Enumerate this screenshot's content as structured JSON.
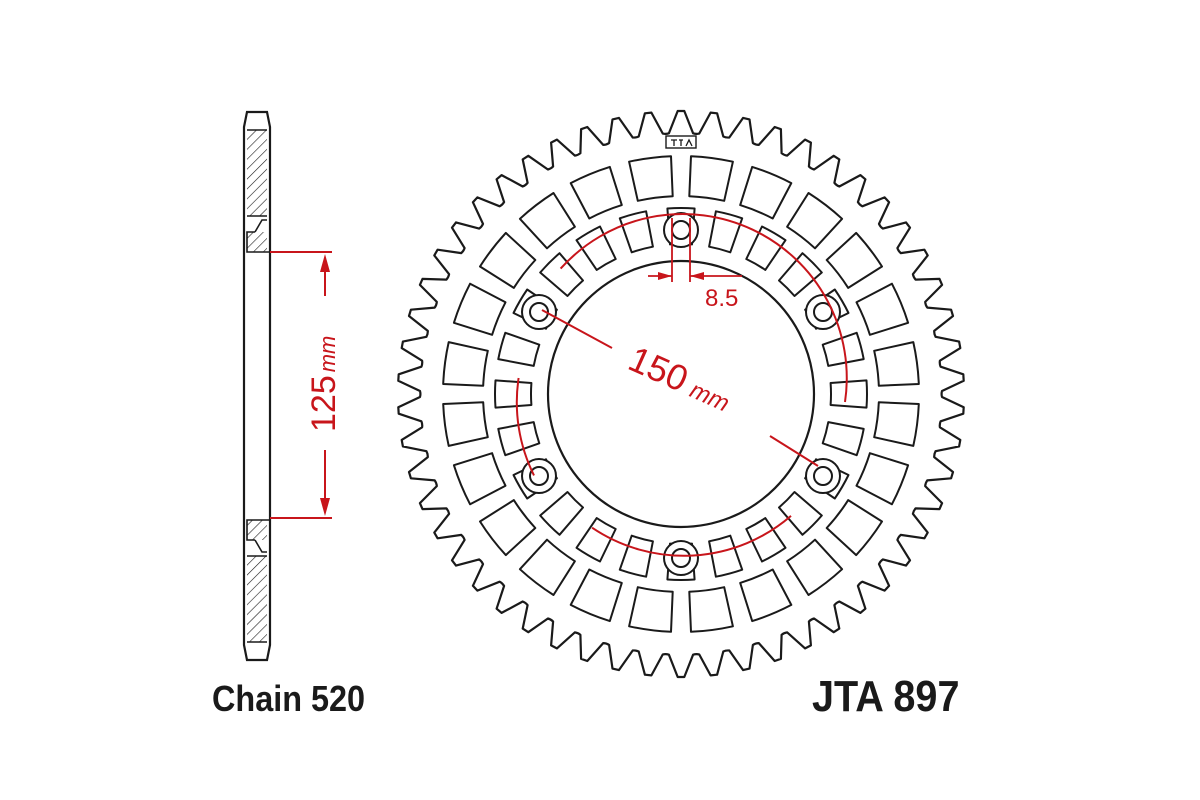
{
  "labels": {
    "chain": "Chain 520",
    "part_number": "JTA 897"
  },
  "dimensions": {
    "hub_height": "125",
    "hub_height_unit": "mm",
    "bolt_circle": "150",
    "bolt_circle_unit": "mm",
    "bolt_hole": "8.5"
  },
  "sprocket": {
    "teeth": 54,
    "bolt_holes": 6,
    "lightening_window_rings": 2
  },
  "colors": {
    "outline": "#1a1a1a",
    "dimension": "#c8151b",
    "background": "#ffffff"
  }
}
